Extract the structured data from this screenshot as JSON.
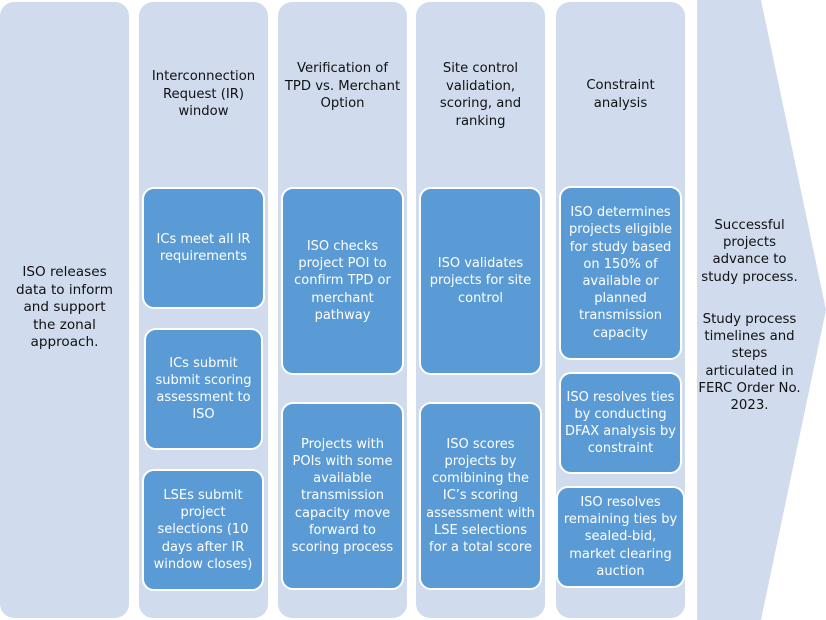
{
  "diagram": {
    "lead_column": {
      "text": "ISO releases data to inform and support the zonal approach."
    },
    "stages": [
      {
        "title": "Interconnection Request (IR) window",
        "boxes": [
          "ICs meet all IR requirements",
          "ICs submit submit scoring assessment to ISO",
          "LSEs submit project selections (10 days after IR window closes)"
        ]
      },
      {
        "title": "Verification of TPD vs. Merchant Option",
        "boxes": [
          "ISO checks project POI to confirm TPD or merchant pathway",
          "Projects with POIs with some available transmission capacity move forward to scoring process"
        ]
      },
      {
        "title": "Site control validation, scoring, and ranking",
        "boxes": [
          "ISO validates projects for site control",
          "ISO scores projects by comibining the IC’s scoring assessment with LSE selections for a total score"
        ]
      },
      {
        "title": "Constraint analysis",
        "boxes": [
          "ISO determines projects eligible for study based on 150% of available or planned transmission capacity",
          "ISO resolves ties by conducting DFAX analysis by constraint",
          "ISO resolves remaining ties by sealed-bid, market clearing auction"
        ]
      }
    ],
    "outcome": {
      "line1": "Successful projects advance to study process.",
      "line2": "Study process timelines and steps articulated in FERC Order No. 2023."
    },
    "colors": {
      "column_bg": "#d0dcee",
      "box_bg": "#5b9bd5",
      "box_text": "#ffffff"
    }
  }
}
